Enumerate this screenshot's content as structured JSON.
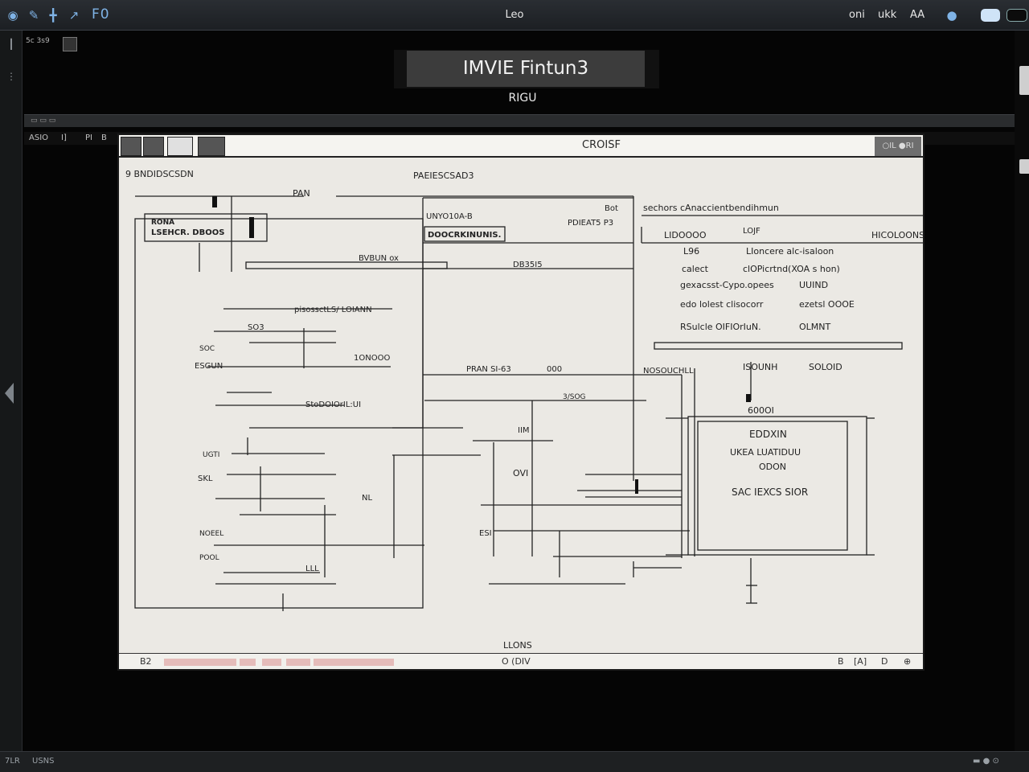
{
  "topbar": {
    "app_label": "F0",
    "title": "Leo",
    "right_text_1": "oni",
    "right_text_2": "ukk",
    "right_text_3": "AA"
  },
  "header": {
    "field_label": "5c 3s9",
    "title": "IMVIE Fintun3",
    "subtitle": "RIGU"
  },
  "toolbar_row": {
    "left_label": "ASIO",
    "item_1": "I]",
    "item_2": "PI",
    "item_3": "B"
  },
  "document": {
    "title": "CROISF",
    "corner_button": "○IL ●RI",
    "footer_center": "LLONS",
    "bottom_bar_left": "B2",
    "bottom_bar_center": "O (DIV",
    "bottom_bar_right_1": "B",
    "bottom_bar_right_2": "[A]",
    "bottom_bar_right_3": "D"
  },
  "diagram": {
    "header_left": "9 BNDIDSCSDN",
    "header_center": "PAEIESCSAD3",
    "label_top": "PAN",
    "box_left_line1": "RONA",
    "box_left_line2": "LSEHCR. DBOOS",
    "box_mid": "DOOCRKINUNIS.",
    "mid_label_1": "UNYO10A-B",
    "mid_label_2": "PDIEAT5 P3",
    "mid_label_3": "Bot",
    "bus_label": "BVBUN ox",
    "bus_label_2": "DB35I5",
    "right_title": "sechors cAnaccientbendihmun",
    "right_col_1": "LIDOOOO",
    "right_col_2": "LOJF",
    "right_col_3": "HICOLOONS",
    "right_rows": [
      [
        "L96",
        "LIoncere alc-isaloon"
      ],
      [
        "calect",
        "clOPicrtnd(XOA s hon)"
      ],
      [
        "gexacsst-Cypo.opees",
        "UUIND"
      ],
      [
        "edo lolest clisocorr",
        "ezetsl OOOE"
      ],
      [
        "RSulcle OIFIOrIuN.",
        "OLMNT"
      ]
    ],
    "left_labels": [
      "pisossctLS/ LOIANN",
      "SO3",
      "1ONOOO",
      "ESGUN",
      "SOC",
      "StoDOIOrIL:UI",
      "UGTI",
      "SKL",
      "NL",
      "NOEEL",
      "LLL",
      "POOL"
    ],
    "right_labels": [
      "PRAN SI-63",
      "000",
      "NOSOUCHLL",
      "ISOUNH",
      "SOLOID",
      "3/SOG",
      "IIM",
      "OVI",
      "ESI"
    ],
    "big_box_line1": "EDDXIN",
    "big_box_line2": "UKEA LUATIDUU",
    "big_box_line3": "ODON",
    "big_box_line4": "SAC IEXCS SIOR",
    "label_600": "600OI"
  },
  "statusbar": {
    "left": "7LR",
    "left2": "USNS"
  }
}
